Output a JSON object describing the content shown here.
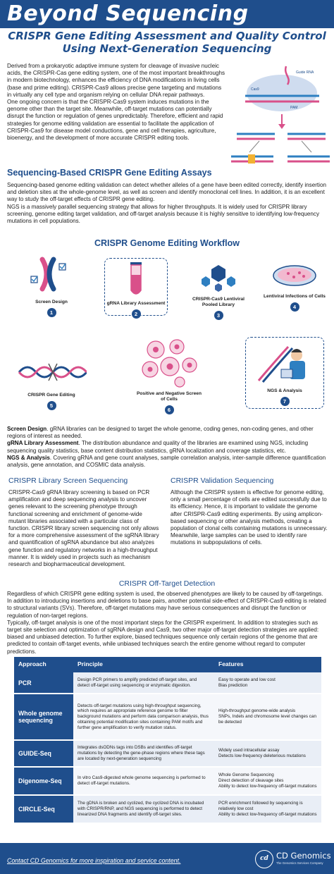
{
  "header": {
    "brand": "Beyond Sequencing",
    "title_line1": "CRISPR Gene Editing Assessment and Quality Control",
    "title_line2": "Using Next-Generation Sequencing"
  },
  "intro": {
    "p1": "Derived from a prokaryotic adaptive immune system for cleavage of invasive nucleic acids, the CRISPR-Cas gene editing system, one of the most important breakthroughs in modern biotechnology, enhances the efficiency of DNA modifications in living cells (base and prime editing). CRISPR-Cas9 allows precise gene targeting and mutations in virtually any cell type and organism relying on cellular DNA repair pathways.",
    "p2": "One ongoing concern is that the CRISPR-Cas9 system induces mutations in the genome other than the target site. Meanwhile, off-target mutations can potentially disrupt the function or regulation of genes unpredictably. Therefore, efficient and rapid strategies for genome editing validation are essential to facilitate the application of CRISPR-Cas9 for disease model conductions, gene and cell therapies, agriculture, bioenergy, and the development of more accurate CRISPR editing tools.",
    "diagram_labels": {
      "guide": "Guide RNA",
      "cas9": "Cas9",
      "pam": "PAM"
    }
  },
  "assays": {
    "title": "Sequencing-Based CRISPR Gene Editing Assays",
    "p1": "Sequencing-based genome editing validation can detect whether alleles of a gene have been edited correctly, identify insertion and deletion sites at the whole-genome level, as well as screen and identify monoclonal cell lines. In addition, it is an excellent way to study the off-target effects of CRISPR gene editing.",
    "p2": "NGS is a massively parallel sequencing strategy that allows for higher throughputs. It is widely used for CRISPR library screening, genome editing target validation, and off-target analysis because it is highly sensitive to identifying low-frequency mutations in cell populations."
  },
  "workflow": {
    "title": "CRISPR Genome Editing Workflow",
    "steps": [
      {
        "label": "Screen Design",
        "num": "1"
      },
      {
        "label": "gRNA Library Assessment",
        "num": "2"
      },
      {
        "label": "CRISPR-Cas9 Lentiviral Pooled Library",
        "num": "3"
      },
      {
        "label": "Lentiviral Infections of Cells",
        "num": "4"
      },
      {
        "label": "CRISPR Gene Editing",
        "num": "5"
      },
      {
        "label": "Positive and Negative Screen of Cells",
        "num": "6"
      },
      {
        "label": "NGS & Analysis",
        "num": "7"
      }
    ]
  },
  "definitions": {
    "d1_term": "Screen Design",
    "d1_text": ". gRNA libraries can be designed to target the whole genome, coding genes, non-coding genes, and other regions of interest as needed.",
    "d2_term": "gRNA Library Assessment",
    "d2_text": ". The distribution abundance and quality of the libraries are examined using NGS, including sequencing quality statistics, base content distribution statistics, gRNA localization and coverage statistics, etc.",
    "d3_term": "NGS & Analysis",
    "d3_text": ". Covering gRNA and gene count analyses, sample correlation analysis, inter-sample difference quantification analysis, gene annotation, and COSMIC data analysis."
  },
  "library_screen": {
    "title": "CRISPR Library Screen Sequencing",
    "text": "CRISPR-Cas9 gRNA library screening is based on PCR amplification and deep sequencing analysis to uncover genes relevant to the screening phenotype through functional screening and enrichment of genome-wide mutant libraries associated with a particular class of function. CRISPR library screen sequencing not only allows for a more comprehensive assessment of the sgRNA library and quantification of sgRNA abundance but also analyzes gene function and regulatory networks in a high-throughput manner. It is widely used in projects such as mechanism research and biopharmaceutical development."
  },
  "validation": {
    "title": "CRISPR Validation Sequencing",
    "text": "Although the CRISPR system is effective for genome editing, only a small percentage of cells are edited successfully due to its efficiency. Hence, it is important to validate the genome after CRISPR-Cas9 editing experiments. By using amplicon-based sequencing or other analysis methods, creating a population of clonal cells containing mutations is unnecessary. Meanwhile, large samples can be used to identify rare mutations in subpopulations of cells."
  },
  "off_target": {
    "title": "CRISPR Off-Target Detection",
    "p1": "Regardless of which CRISPR gene editing system is used, the observed phenotypes are likely to be caused by off-targetings. In addition to introducing insertions and deletions to base pairs, another potential side-effect of CRISPR-Cas9 editing is related to structural variants (SVs). Therefore, off-target mutations may have serious consequences and disrupt the function or regulation of non-target regions.",
    "p2": "Typically, off-target analysis is one of the most important steps for the CRISPR experiment. In addition to strategies such as target site selection and optimization of sgRNA design and Cas9, two other major off-target detection strategies are applied: biased and unbiased detection. To further explore, biased techniques sequence only certain regions of the genome that are predicted to contain off-target events, while unbiased techniques search the entire genome without regard to computer predictions."
  },
  "table": {
    "headers": {
      "approach": "Approach",
      "principle": "Principle",
      "features": "Features"
    },
    "rows": [
      {
        "approach": "PCR",
        "principle": "Design PCR primers to amplify predicted off-target sites, and detect off-target using sequencing or enzymatic digestion.",
        "features": "Easy to operate and low cost\nBias prediction"
      },
      {
        "approach": "Whole genome sequencing",
        "principle": "Detects off-target mutations using high-throughput sequencing, which requires an appropriate reference genome to filter background mutations and perform data comparison analysis, thus obtaining potential modification sites containing PAM motifs and further gene amplification to verify mutation status.",
        "features": "High-throughput genome-wide analysis\nSNPs, Indels and chromosome level changes can be detected"
      },
      {
        "approach": "GUIDE-Seq",
        "principle": "Integrates dsODNs tags into DSBs and identifies off-target mutations by detecting the gene-phase regions where these tags are located by next-generation sequencing",
        "features": "Widely used intracellular assay\nDetects low-frequency deleterious mutations"
      },
      {
        "approach": "Digenome-Seq",
        "principle": "In vitro Cas9-digested whole genome sequencing is performed to detect off-target mutations.",
        "features": "Whole Genome Sequencing\nDirect detection of cleavage sites\nAbility to detect low-frequency off-target mutations"
      },
      {
        "approach": "CIRCLE-Seq",
        "principle": "The gDNA is broken and cyclized, the cyclized DNA is incubated with CRISPR/RNP, and NGS sequencing is performed to detect linearized DNA fragments and identify off-target sites.",
        "features": "PCR enrichment followed by sequencing is relatively low cost\nAbility to detect low-frequency off-target mutations"
      }
    ]
  },
  "footer": {
    "cta": "Contact CD Genomics for more inspiration and service content.",
    "logo_mark": "cd",
    "company": "CD Genomics",
    "tagline": "The Genomics Services Company"
  },
  "colors": {
    "primary": "#1f4e8c",
    "accent_pink": "#d9508a",
    "light_row": "#e9eef6"
  }
}
